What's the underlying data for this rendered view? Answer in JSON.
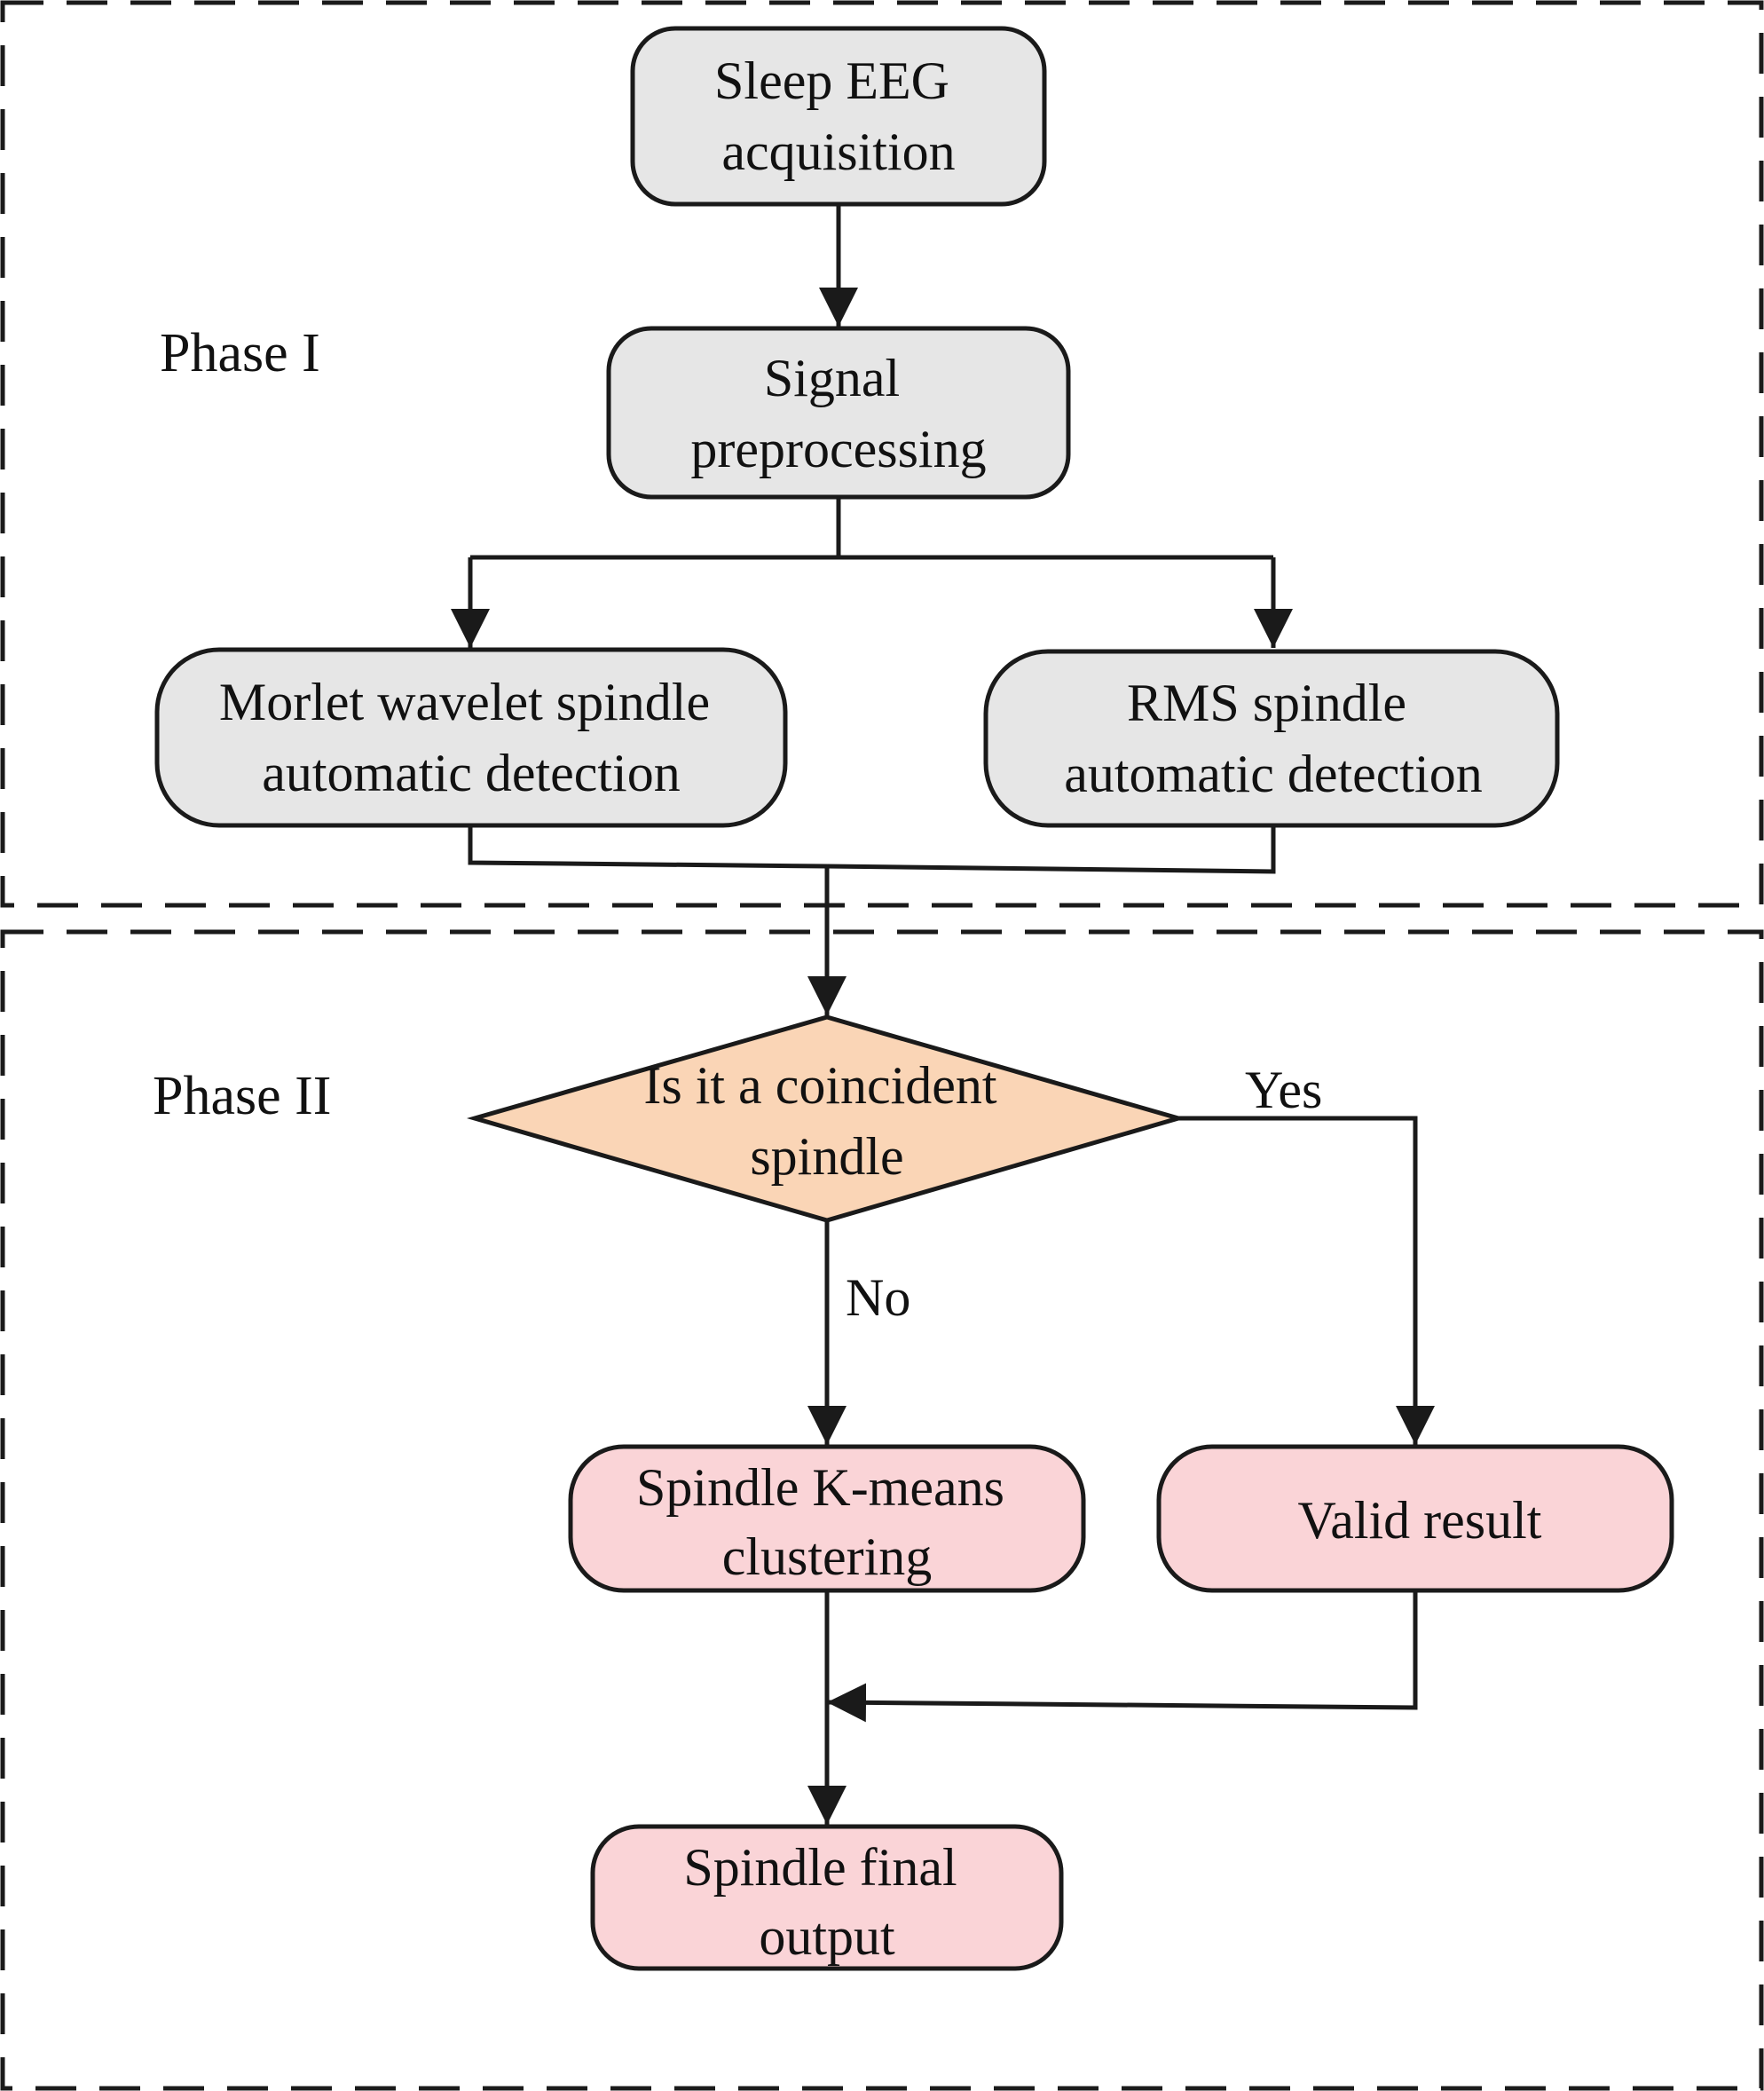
{
  "phases": [
    {
      "id": "phase1",
      "label": "Phase I"
    },
    {
      "id": "phase2",
      "label": "Phase II"
    }
  ],
  "nodes": {
    "acq": {
      "lines": [
        "Sleep EEG",
        "acquisition"
      ],
      "fill": "#e6e6e6"
    },
    "pre": {
      "lines": [
        "Signal",
        "preprocessing"
      ],
      "fill": "#e6e6e6"
    },
    "morlet": {
      "lines": [
        "Morlet wavelet spindle",
        "automatic detection"
      ],
      "fill": "#e6e6e6"
    },
    "rms": {
      "lines": [
        "RMS spindle",
        "automatic detection"
      ],
      "fill": "#e6e6e6"
    },
    "decision": {
      "lines": [
        "Is it a coincident",
        "spindle"
      ],
      "fill": "#fad5b6"
    },
    "kmeans": {
      "lines": [
        "Spindle K-means",
        "clustering"
      ],
      "fill": "#fad4d7"
    },
    "valid": {
      "lines": [
        "Valid result"
      ],
      "fill": "#fad4d7"
    },
    "final": {
      "lines": [
        "Spindle final",
        "output"
      ],
      "fill": "#fad4d7"
    }
  },
  "edge_labels": {
    "yes": "Yes",
    "no": "No"
  },
  "colors": {
    "stroke": "#1a1a1a",
    "text": "#111111"
  }
}
